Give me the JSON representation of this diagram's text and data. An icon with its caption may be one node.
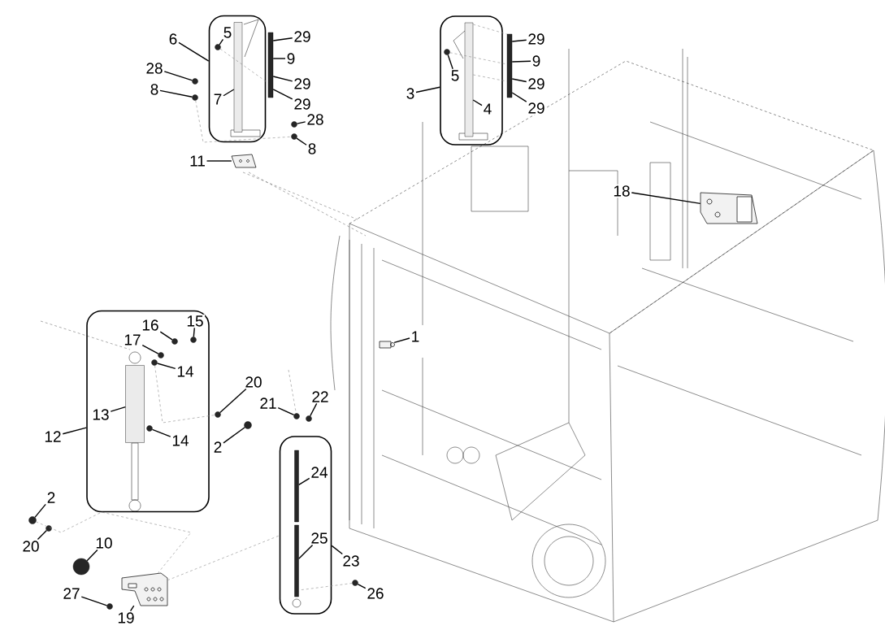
{
  "diagram": {
    "nodes": [
      {
        "text": [],
        "shape": "box"
      },
      {
        "text": [
          "5"
        ],
        "in": 0
      },
      {
        "text": [
          "29"
        ]
      },
      {
        "text": [
          "9"
        ]
      },
      {
        "text": [
          "29"
        ]
      },
      {
        "text": [
          "29"
        ]
      },
      {
        "text": [
          "7"
        ],
        "in": 0
      },
      {
        "text": [
          "6"
        ]
      },
      {
        "text": [
          "28"
        ]
      },
      {
        "text": [
          "8"
        ]
      },
      {
        "text": [
          "28"
        ]
      },
      {
        "text": [
          "8"
        ]
      },
      {
        "text": [
          "11"
        ]
      },
      {
        "text": [],
        "shape": "box"
      },
      {
        "text": [
          "29"
        ]
      },
      {
        "text": [
          "9"
        ]
      },
      {
        "text": [
          "5"
        ],
        "in": 13
      },
      {
        "text": [
          "29"
        ]
      },
      {
        "text": [
          "29"
        ]
      },
      {
        "text": [
          "3"
        ]
      },
      {
        "text": [
          "4"
        ],
        "in": 13
      },
      {
        "text": [
          "18"
        ]
      },
      {
        "text": [
          "1"
        ]
      },
      {
        "text": [],
        "shape": "box"
      },
      {
        "text": [
          "16"
        ],
        "in": 23
      },
      {
        "text": [
          "15"
        ],
        "in": 23
      },
      {
        "text": [
          "17"
        ],
        "in": 23
      },
      {
        "text": [
          "14"
        ],
        "in": 23
      },
      {
        "text": [
          "13"
        ],
        "in": 23
      },
      {
        "text": [
          "14"
        ],
        "in": 23
      },
      {
        "text": [
          "12"
        ]
      },
      {
        "text": [
          "20"
        ]
      },
      {
        "text": [
          "2"
        ]
      },
      {
        "text": [
          "21"
        ]
      },
      {
        "text": [
          "22"
        ]
      },
      {
        "text": [],
        "shape": "box"
      },
      {
        "text": [
          "24"
        ],
        "in": 35
      },
      {
        "text": [
          "25"
        ],
        "in": 35
      },
      {
        "text": [
          "23"
        ]
      },
      {
        "text": [
          "26"
        ]
      },
      {
        "text": [
          "2"
        ]
      },
      {
        "text": [
          "20"
        ]
      },
      {
        "text": [
          "10"
        ]
      },
      {
        "text": [
          "27"
        ]
      },
      {
        "text": [
          "19"
        ]
      },
      {
        "text": [],
        "shape": "circle",
        "in": 0
      },
      {
        "text": [],
        "shape": "bar"
      },
      {
        "text": [],
        "shape": "bar",
        "in": 0
      },
      {
        "text": [],
        "shape": "circle"
      },
      {
        "text": [],
        "shape": "circle"
      },
      {
        "text": [],
        "shape": "circle"
      },
      {
        "text": [],
        "shape": "circle"
      },
      {
        "text": [],
        "shape": "picture"
      },
      {
        "text": [],
        "shape": "bar"
      },
      {
        "text": [],
        "shape": "circle",
        "in": 13
      },
      {
        "text": [],
        "shape": "bar",
        "in": 13
      },
      {
        "text": [],
        "shape": "picture"
      },
      {
        "text": [],
        "shape": "picture"
      },
      {
        "text": [],
        "shape": "circle",
        "in": 23
      },
      {
        "text": [],
        "shape": "circle",
        "in": 23
      },
      {
        "text": [],
        "shape": "circle",
        "in": 23
      },
      {
        "text": [],
        "shape": "circle",
        "in": 23
      },
      {
        "text": [],
        "shape": "bar",
        "in": 23
      },
      {
        "text": [],
        "shape": "circle",
        "in": 23
      },
      {
        "text": [],
        "shape": "circle"
      },
      {
        "text": [],
        "shape": "circle"
      },
      {
        "text": [],
        "shape": "circle"
      },
      {
        "text": [],
        "shape": "circle"
      },
      {
        "text": [],
        "shape": "bar",
        "in": 35
      },
      {
        "text": [],
        "shape": "bar",
        "in": 35
      },
      {
        "text": [],
        "shape": "circle"
      },
      {
        "text": [],
        "shape": "circle"
      },
      {
        "text": [],
        "shape": "circle"
      },
      {
        "text": [],
        "shape": "circle"
      },
      {
        "text": [],
        "shape": "circle"
      },
      {
        "text": [],
        "shape": "picture"
      }
    ],
    "edges": [
      {
        "from": 1,
        "to": 45,
        "arrow": "none"
      },
      {
        "from": 2,
        "to": 46,
        "arrow": "none"
      },
      {
        "from": 3,
        "to": 46,
        "arrow": "none"
      },
      {
        "from": 4,
        "to": 46,
        "arrow": "none"
      },
      {
        "from": 5,
        "to": 46,
        "arrow": "none"
      },
      {
        "from": 6,
        "to": 47,
        "arrow": "none"
      },
      {
        "from": 7,
        "to": 0,
        "arrow": "none"
      },
      {
        "from": 8,
        "to": 48,
        "arrow": "none"
      },
      {
        "from": 9,
        "to": 49,
        "arrow": "none"
      },
      {
        "from": 10,
        "to": 50,
        "arrow": "none"
      },
      {
        "from": 11,
        "to": 51,
        "arrow": "none"
      },
      {
        "from": 12,
        "to": 52,
        "arrow": "none"
      },
      {
        "from": 14,
        "to": 53,
        "arrow": "none"
      },
      {
        "from": 15,
        "to": 53,
        "arrow": "none"
      },
      {
        "from": 16,
        "to": 54,
        "arrow": "none"
      },
      {
        "from": 17,
        "to": 53,
        "arrow": "none"
      },
      {
        "from": 18,
        "to": 53,
        "arrow": "none"
      },
      {
        "from": 19,
        "to": 13,
        "arrow": "none"
      },
      {
        "from": 20,
        "to": 55,
        "arrow": "none"
      },
      {
        "from": 21,
        "to": 56,
        "arrow": "none"
      },
      {
        "from": 22,
        "to": 57,
        "arrow": "none"
      },
      {
        "from": 24,
        "to": 58,
        "arrow": "none"
      },
      {
        "from": 25,
        "to": 59,
        "arrow": "none"
      },
      {
        "from": 26,
        "to": 60,
        "arrow": "none"
      },
      {
        "from": 27,
        "to": 61,
        "arrow": "none"
      },
      {
        "from": 28,
        "to": 62,
        "arrow": "none"
      },
      {
        "from": 29,
        "to": 63,
        "arrow": "none"
      },
      {
        "from": 30,
        "to": 23,
        "arrow": "none"
      },
      {
        "from": 31,
        "to": 64,
        "arrow": "none"
      },
      {
        "from": 32,
        "to": 65,
        "arrow": "none"
      },
      {
        "from": 33,
        "to": 66,
        "arrow": "none"
      },
      {
        "from": 34,
        "to": 67,
        "arrow": "none"
      },
      {
        "from": 36,
        "to": 68,
        "arrow": "none"
      },
      {
        "from": 37,
        "to": 69,
        "arrow": "none"
      },
      {
        "from": 38,
        "to": 35,
        "arrow": "none"
      },
      {
        "from": 39,
        "to": 70,
        "arrow": "none"
      },
      {
        "from": 40,
        "to": 71,
        "arrow": "none"
      },
      {
        "from": 41,
        "to": 72,
        "arrow": "none"
      },
      {
        "from": 42,
        "to": 73,
        "arrow": "none"
      },
      {
        "from": 43,
        "to": 74,
        "arrow": "none"
      },
      {
        "from": 44,
        "to": 75,
        "arrow": "none"
      },
      {
        "from": 45,
        "to": 46,
        "arrow": "none",
        "style": "dashed",
        "color": "#8c8c8c"
      },
      {
        "from": 49,
        "to": 51,
        "arrow": "none",
        "style": "dashed",
        "color": "#8c8c8c"
      },
      {
        "from": 54,
        "to": 53,
        "arrow": "none",
        "style": "dashed",
        "color": "#8c8c8c"
      },
      {
        "from": 55,
        "to": 53,
        "arrow": "none",
        "style": "dashed",
        "color": "#8c8c8c"
      },
      {
        "from": 71,
        "to": 75,
        "arrow": "none",
        "style": "dashed",
        "color": "#8c8c8c"
      },
      {
        "from": 75,
        "to": 35,
        "arrow": "none",
        "style": "dashed",
        "color": "#8c8c8c"
      },
      {
        "from": 70,
        "to": 69,
        "arrow": "none",
        "style": "dashed",
        "color": "#8c8c8c"
      },
      {
        "from": 61,
        "to": 64,
        "arrow": "none",
        "style": "dashed",
        "color": "#8c8c8c"
      },
      {
        "from": null,
        "to": 66,
        "arrow": "none",
        "style": "dashed",
        "color": "#8c8c8c"
      },
      {
        "from": 55,
        "to": 53,
        "arrow": "none",
        "style": "dashed",
        "color": "#8c8c8c"
      }
    ]
  }
}
